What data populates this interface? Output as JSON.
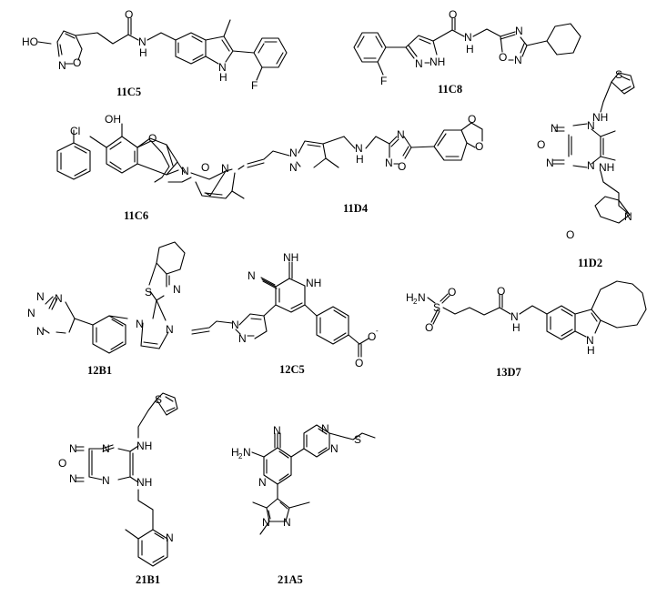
{
  "figure": {
    "type": "chemical-structure-grid",
    "compounds": [
      {
        "id": "11C5",
        "label": "11C5",
        "atoms": [
          "HO",
          "N",
          "O",
          "O",
          "N",
          "H",
          "N",
          "H",
          "F"
        ],
        "description": "3-(3-hydroxyisoxazol-5-yl)-N-{[2-(2-fluorophenyl)-3-methyl-1H-indol-5-yl]methyl}propanamide"
      },
      {
        "id": "11C8",
        "label": "11C8",
        "atoms": [
          "F",
          "N",
          "NH",
          "O",
          "N",
          "H",
          "N",
          "O",
          "N"
        ],
        "description": "3-(2-fluorophenyl)-N-[(3-cyclohexyl-1,2,4-oxadiazol-5-yl)methyl]-1H-pyrazole-5-carboxamide"
      },
      {
        "id": "11C6",
        "label": "11C6",
        "atoms": [
          "OH",
          "Cl",
          "O",
          "N",
          "O",
          "N"
        ],
        "description": "benzoxazepine with 2-chlorophenyl, hydroxyl and (3-methylisoxazol-5-yl)methyl on N"
      },
      {
        "id": "11D4",
        "label": "11D4",
        "atoms": [
          "N",
          "N",
          "N",
          "H",
          "N",
          "N",
          "O",
          "O",
          "O"
        ],
        "description": "1-allyl-3-methylpyrazol-4-ylmethyl-amine linked to 5-(1,3-benzodioxol-5-yl)-1,2,4-oxadiazol-3-ylmethyl"
      },
      {
        "id": "11D2",
        "label": "11D2",
        "atoms": [
          "S",
          "N",
          "N",
          "O",
          "NH",
          "N",
          "N",
          "NH",
          "N",
          "O"
        ],
        "description": "oxadiazolopyrazine with thiophen-2-ylmethylamino and 3-morpholinopropylamino"
      },
      {
        "id": "12B1",
        "label": "12B1",
        "atoms": [
          "N",
          "N",
          "N",
          "N",
          "S",
          "N",
          "N",
          "N"
        ],
        "description": "tetrazolylbenzyl imidazole bearing tetrahydrobenzothiazol-2-yl"
      },
      {
        "id": "12C5",
        "label": "12C5",
        "atoms": [
          "N",
          "NH",
          "NH",
          "N",
          "N",
          "O-",
          "O"
        ],
        "description": "1-allylpyrazol-4-yl dihydropyridine imine with cyano and 4-carboxylatophenyl"
      },
      {
        "id": "13D7",
        "label": "13D7",
        "atoms": [
          "H2N",
          "S",
          "O",
          "O",
          "O",
          "N",
          "H",
          "N",
          "H"
        ],
        "description": "4-sulfamoylbutanamide N-linked to hexahydrocycloocta[b]indol-2-ylmethyl"
      },
      {
        "id": "21B1",
        "label": "21B1",
        "atoms": [
          "S",
          "N",
          "N",
          "NH",
          "O",
          "N",
          "N",
          "NH",
          "N"
        ],
        "description": "oxadiazolopyrazine with thiophen-2-ylmethylamino and 2-(3-methylpyridin-2-yl)ethylamino"
      },
      {
        "id": "21A5",
        "label": "21A5",
        "atoms": [
          "N",
          "N",
          "S",
          "H2N",
          "N",
          "N",
          "N"
        ],
        "description": "2-amino-3-cyano-4-(2-ethylthiopyrimidin-5-yl)-6-(1,3,5-trimethylpyrazol-4-yl)pyridine"
      }
    ]
  },
  "labels": {
    "c11C5": "11C5",
    "c11C8": "11C8",
    "c11C6": "11C6",
    "c11D4": "11D4",
    "c11D2": "11D2",
    "c12B1": "12B1",
    "c12C5": "12C5",
    "c13D7": "13D7",
    "c21B1": "21B1",
    "c21A5": "21A5"
  },
  "atoms": {
    "HO": "HO",
    "OH": "OH",
    "N": "N",
    "O": "O",
    "H": "H",
    "F": "F",
    "Cl": "Cl",
    "S": "S",
    "NH": "NH",
    "H2N_H": "H",
    "H2N_N": "N",
    "two": "2",
    "Ominus": "O",
    "minus": "-"
  }
}
